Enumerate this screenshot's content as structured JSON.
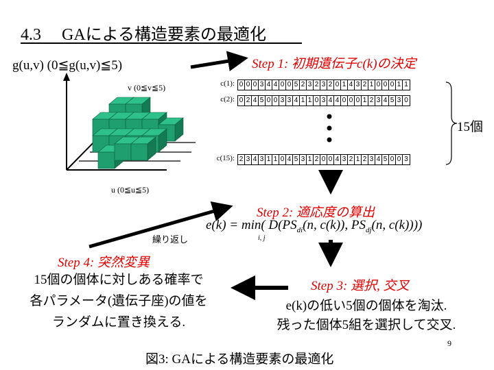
{
  "title": "4.3　 GAによる構造要素の最適化",
  "function_label": "g(u,v)  (0≦g(u,v)≦5)",
  "v_axis_label": "v (0≦v≦5)",
  "u_axis_label": "u (0≦u≦5)",
  "step1": "Step 1: 初期遺伝子c(k)の決定",
  "step2": "Step 2: 適応度の算出",
  "step3": "Step 3: 選択, 交叉",
  "step4": "Step 4: 突然変異",
  "chromosomes": [
    {
      "label": "c(1):",
      "genes": [
        "0",
        "0",
        "0",
        "3",
        "4",
        "4",
        "0",
        "0",
        "5",
        "2",
        "3",
        "2",
        "3",
        "2",
        "0",
        "1",
        "4",
        "3",
        "2",
        "1",
        "0",
        "0",
        "0",
        "1",
        "1"
      ]
    },
    {
      "label": "c(2):",
      "genes": [
        "0",
        "2",
        "4",
        "5",
        "0",
        "0",
        "3",
        "3",
        "4",
        "1",
        "1",
        "0",
        "3",
        "4",
        "4",
        "0",
        "0",
        "0",
        "1",
        "2",
        "3",
        "4",
        "5",
        "3",
        "0"
      ]
    },
    {
      "label": "c(15):",
      "genes": [
        "2",
        "3",
        "4",
        "3",
        "1",
        "1",
        "0",
        "4",
        "5",
        "3",
        "1",
        "2",
        "0",
        "0",
        "4",
        "3",
        "2",
        "1",
        "2",
        "3",
        "4",
        "5",
        "0",
        "0",
        "3"
      ]
    }
  ],
  "count_label": "15個",
  "repeat_label": "繰り返し",
  "formula": {
    "lhs": "e(k) = min",
    "subscript": "i, j",
    "rhs": "( D(PS (n, c(k)), PS (n, c(k))))",
    "sub_di": "di",
    "sub_dj": "dj"
  },
  "step3_lines": [
    "e(k)の低い5個の個体を淘汰.",
    "残った個体5組を選択して交叉."
  ],
  "step4_lines": [
    "15個の個体に対しある確率で",
    "各パラメータ(遺伝子座)の値を",
    "ランダムに置き換える."
  ],
  "figure_caption": "図3: GAによる構造要素の最適化",
  "page_number": "9",
  "colors": {
    "step": "#e00000",
    "cube_front": "#1f9e6e",
    "cube_top": "#2ec28a",
    "cube_side": "#137a52"
  }
}
